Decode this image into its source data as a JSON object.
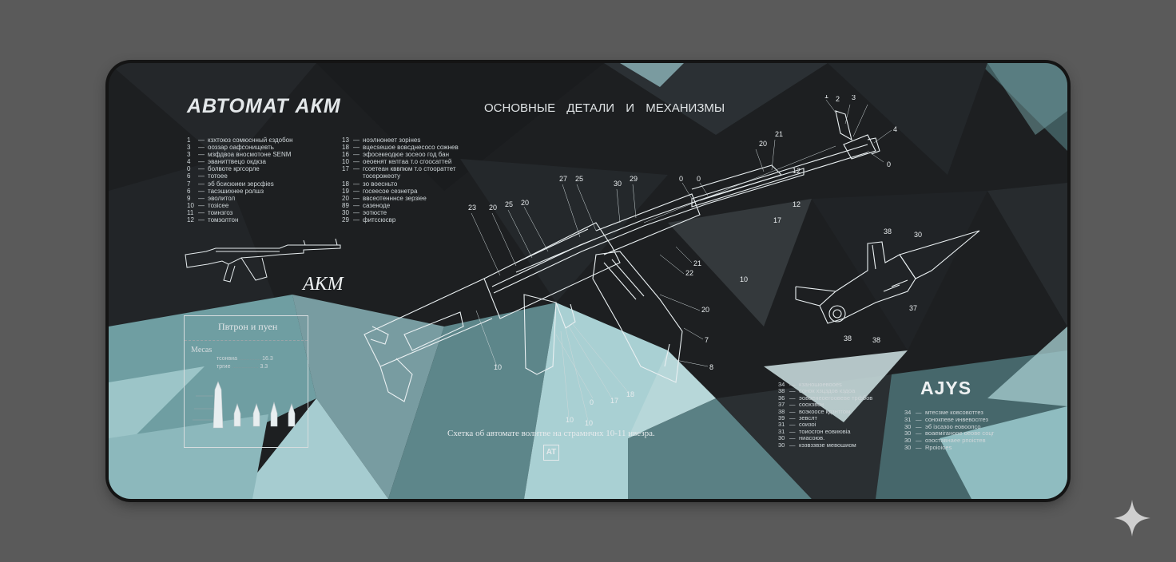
{
  "title": "АВТОМАТ АКМ",
  "subtitle": "ОСНОВНЫЕ ДЕТАЛИ И МЕХАНИЗМЫ",
  "legend_left": [
    {
      "num": "1",
      "text": "кзхтоюз сомюснный єздобон"
    },
    {
      "num": "3",
      "text": "ооззар оафсонищевть"
    },
    {
      "num": "3",
      "text": "мзфдвоа вносмотоне SENM"
    },
    {
      "num": "4",
      "text": "эваниттвецо окдкза"
    },
    {
      "num": "0",
      "text": "болвоте кргсорле"
    },
    {
      "num": "6",
      "text": "тотоее"
    },
    {
      "num": "7",
      "text": "эб бсисюиеи зерсфіеs"
    },
    {
      "num": "6",
      "text": "тасэшихнее ролшз"
    },
    {
      "num": "9",
      "text": "эволитол"
    },
    {
      "num": "10",
      "text": "тозісее"
    },
    {
      "num": "11",
      "text": "тоинзгоз"
    },
    {
      "num": "12",
      "text": "томзолтон"
    }
  ],
  "legend_right": [
    {
      "num": "13",
      "text": "ноэлнонеет зорiнеs"
    },
    {
      "num": "18",
      "text": "вцесsешое вовсднесосо сожнев"
    },
    {
      "num": "16",
      "text": "эфосекеодюе зосеоо год бан"
    },
    {
      "num": "10",
      "text": "оеоенят келтаа т.о сгоосаттей"
    },
    {
      "num": "17",
      "text": "гсоетеан кввпюм т.о стоораттет"
    },
    {
      "num": "",
      "text": "тосерожеоту"
    },
    {
      "num": "18",
      "text": "зо воесньто"
    },
    {
      "num": "19",
      "text": "госеесое сезнетра"
    },
    {
      "num": "20",
      "text": "ввсеотенннсе зерзіее"
    },
    {
      "num": "89",
      "text": "сазеноде"
    },
    {
      "num": "30",
      "text": "эотюсте"
    },
    {
      "num": "29",
      "text": "фитссюсвр"
    }
  ],
  "akm_label": "АКМ",
  "cartridge": {
    "title": "Пвтрон и пуен",
    "subtitle": "Meсаs",
    "line1_label": "тсонвиа",
    "line1_value": "16.3",
    "line2_label": "тргие",
    "line2_value": "3.3"
  },
  "bayonet_title": "AJYS",
  "legend_bottom_left": [
    {
      "num": "34",
      "text": "кзаношоевооеs"
    },
    {
      "num": "38",
      "text": "сонок хзцздов кздоа"
    },
    {
      "num": "36",
      "text": "эовоенеоегоовеве трфбов"
    },
    {
      "num": "37",
      "text": "соохзвсн"
    },
    {
      "num": "38",
      "text": "воэкоосе кдзнтгом"
    },
    {
      "num": "39",
      "text": "зевслт"
    },
    {
      "num": "31",
      "text": "соизоі"
    },
    {
      "num": "31",
      "text": "тоиосгон еовиювіа"
    },
    {
      "num": "30",
      "text": "ниасоюв."
    },
    {
      "num": "30",
      "text": "кэзвззвзе мевошиом"
    }
  ],
  "legend_bottom_right": [
    {
      "num": "34",
      "text": "мтесзме ковсовоттез"
    },
    {
      "num": "31",
      "text": "сонокпеве инвевосггез"
    },
    {
      "num": "30",
      "text": "эб ізсазоо еовоопсо"
    },
    {
      "num": "30",
      "text": "воаеміганоое оеове соцг"
    },
    {
      "num": "30",
      "text": "оэоставнаее рпоiстев"
    },
    {
      "num": "30",
      "text": "Rpoioioes"
    }
  ],
  "caption": "Схетка об автомате волнтве на страмнчнх 10-11 нвезра.",
  "logo_text": "AT",
  "callouts_rifle": [
    "1",
    "2",
    "3",
    "4",
    "0",
    "20",
    "21",
    "0",
    "0",
    "25",
    "27",
    "30",
    "29",
    "20",
    "25",
    "20",
    "23",
    "22",
    "21",
    "20",
    "7",
    "8",
    "0",
    "10",
    "17",
    "18",
    "10",
    "10",
    "12",
    "12",
    "17",
    "10"
  ],
  "callouts_bayonet": [
    "38",
    "30",
    "37",
    "38",
    "38"
  ],
  "colors": {
    "mat": "#1d1f21",
    "teal": "#8fbcc0",
    "line": "#e6ecee",
    "background": "#5a5a5a"
  },
  "icons": [
    "sparkle-icon"
  ]
}
